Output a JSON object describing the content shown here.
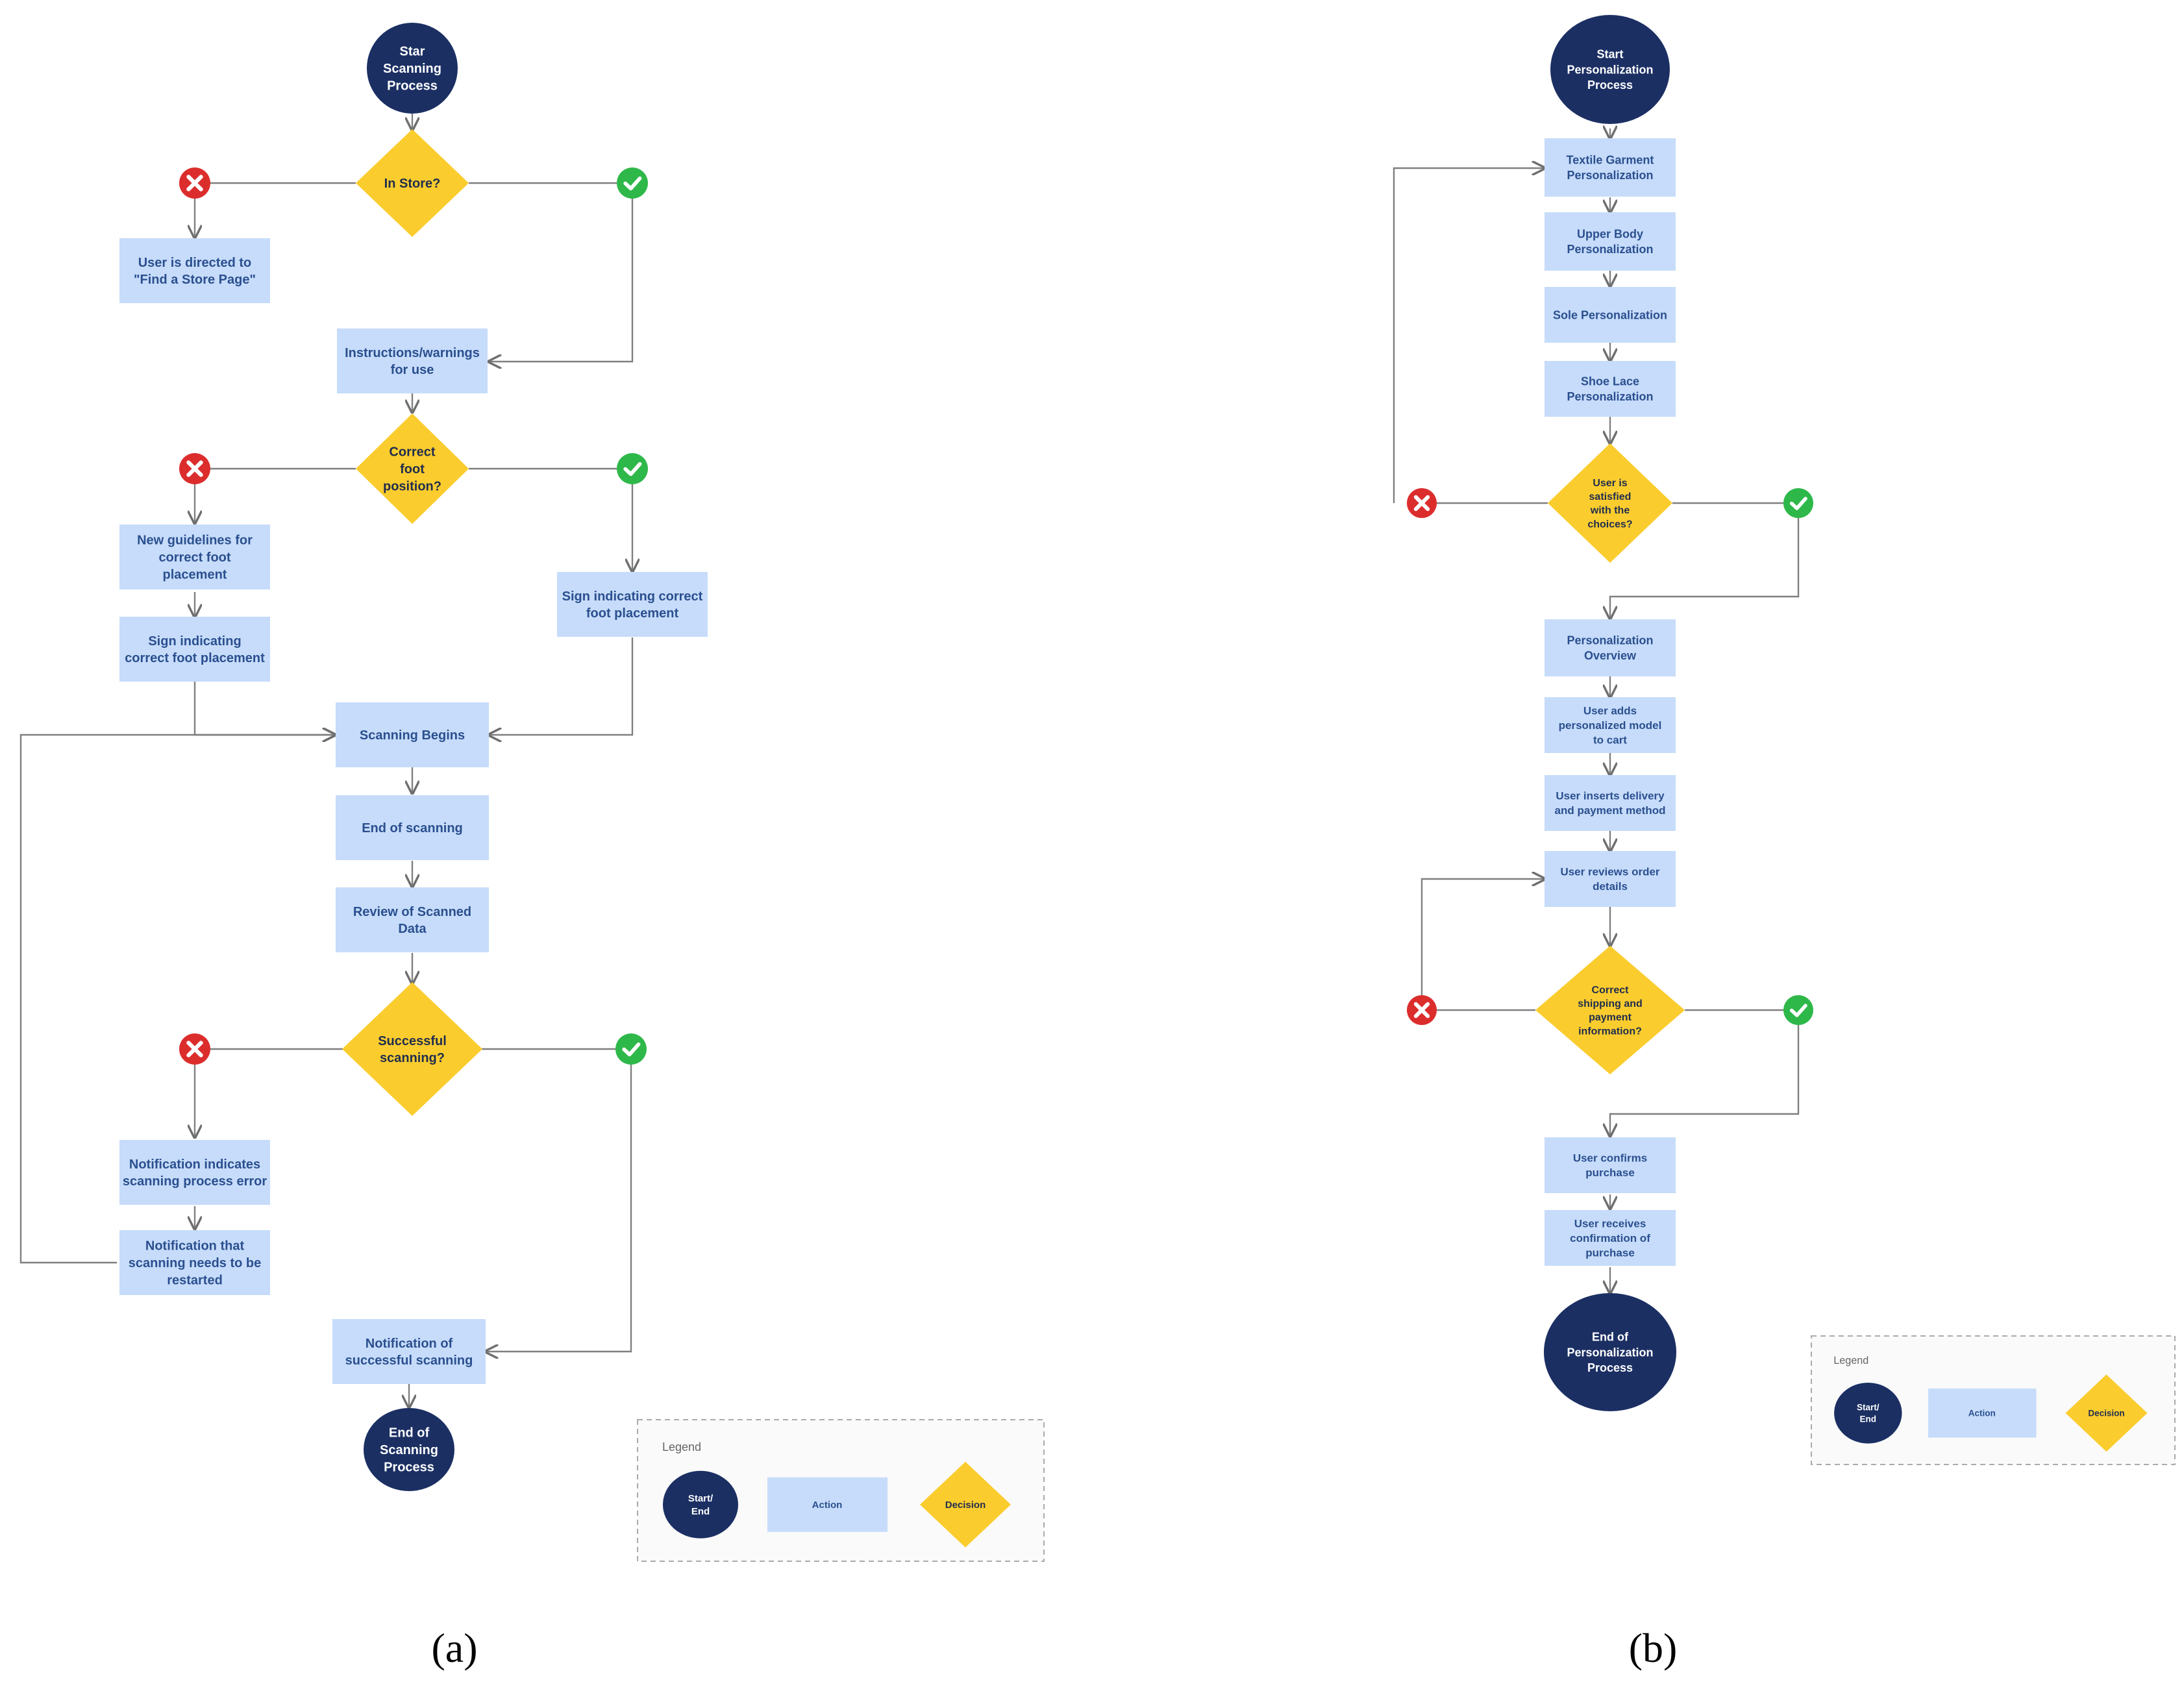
{
  "diagram_a": {
    "caption": "(a)",
    "nodes": {
      "start": "Star Scanning Process",
      "in_store": "In Store?",
      "find_store": "User is directed to \"Find a Store Page\"",
      "instructions": "Instructions/warnings for use",
      "correct_foot": "Correct foot position?",
      "new_guidelines": "New guidelines for correct foot placement",
      "sign_left": "Sign indicating correct foot placement",
      "sign_right": "Sign indicating correct foot placement",
      "scanning_begins": "Scanning Begins",
      "end_scanning": "End of scanning",
      "review": "Review of Scanned Data",
      "successful": "Successful scanning?",
      "notif_error": "Notification indicates scanning process error",
      "notif_restart": "Notification that scanning needs to be restarted",
      "notif_success": "Notification of successful scanning",
      "end": "End of Scanning Process"
    },
    "legend": {
      "title": "Legend",
      "start_end": "Start/ End",
      "action": "Action",
      "decision": "Decision"
    }
  },
  "diagram_b": {
    "caption": "(b)",
    "nodes": {
      "start": "Start Personalization Process",
      "textile": "Textile Garment Personalization",
      "upper": "Upper Body Personalization",
      "sole": "Sole Personalization",
      "lace": "Shoe Lace Personalization",
      "satisfied": "User is satisfied with the choices?",
      "overview": "Personalization Overview",
      "adds_cart": "User adds personalized model to cart",
      "inserts": "User inserts delivery and payment method",
      "reviews": "User reviews order details",
      "correct_ship": "Correct shipping and payment information?",
      "confirms": "User confirms purchase",
      "receives": "User receives confirmation of purchase",
      "end": "End of Personalization Process"
    },
    "legend": {
      "title": "Legend",
      "start_end": "Start/ End",
      "action": "Action",
      "decision": "Decision"
    }
  },
  "colors": {
    "start_end": "#1b2f63",
    "action": "#c6dcfa",
    "decision": "#fbcc2e",
    "yes": "#2fb84a",
    "no": "#dc2d2d",
    "text": "#2b4f8f",
    "line": "#7f7f7f"
  }
}
